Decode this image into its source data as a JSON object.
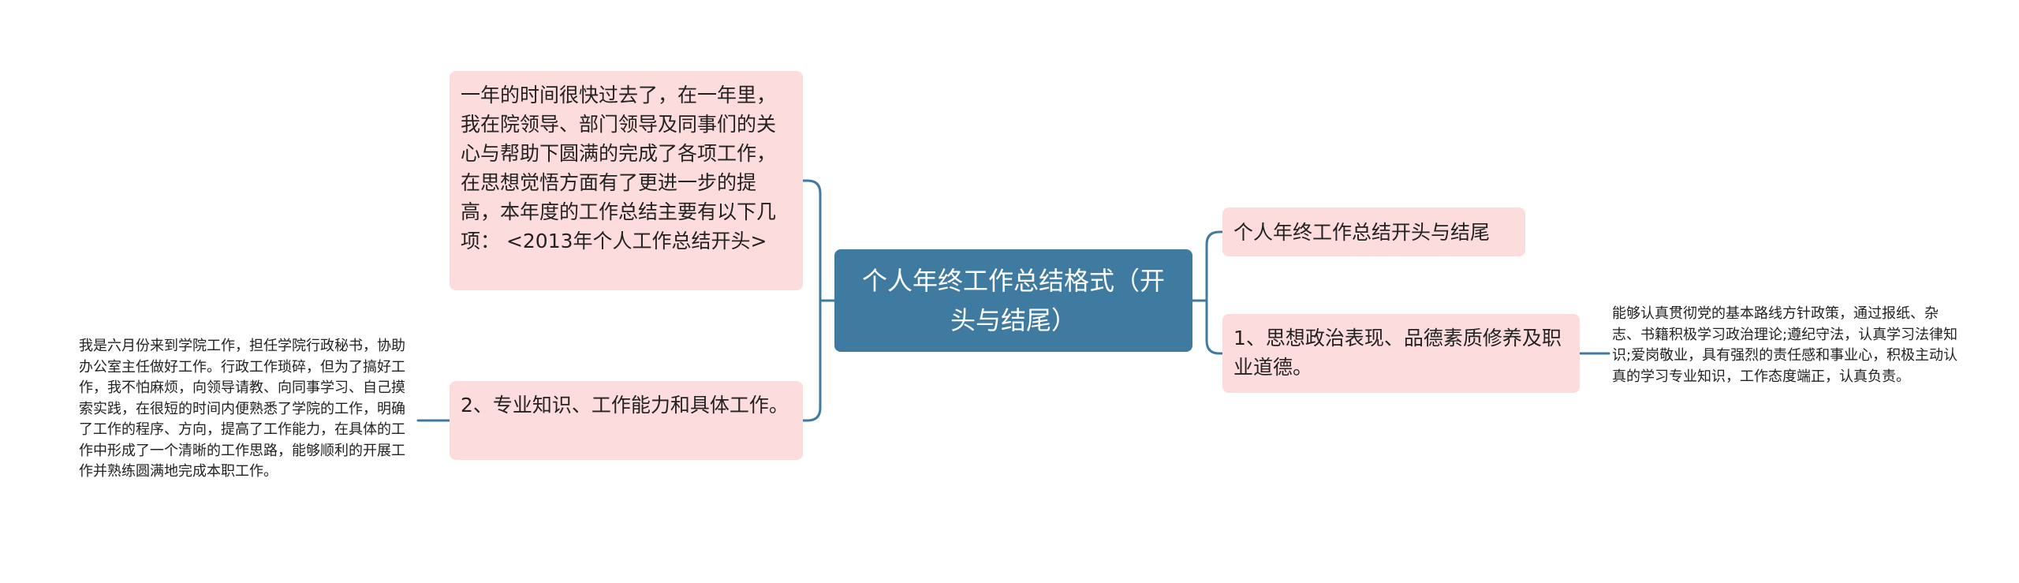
{
  "colors": {
    "center_fill": "#3f7aa0",
    "branch_fill": "#fcdcdc",
    "connector": "#3f7aa0"
  },
  "center": {
    "text": "个人年终工作总结格式（开头与结尾）"
  },
  "left_branches": [
    {
      "text": "一年的时间很快过去了，在一年里，我在院领导、部门领导及同事们的关心与帮助下圆满的完成了各项工作，在思想觉悟方面有了更进一步的提高，本年度的工作总结主要有以下几项：  <2013年个人工作总结开头>"
    },
    {
      "text": "2、专业知识、工作能力和具体工作。",
      "detail": "我是六月份来到学院工作，担任学院行政秘书，协助办公室主任做好工作。行政工作琐碎，但为了搞好工作，我不怕麻烦，向领导请教、向同事学习、自己摸索实践，在很短的时间内便熟悉了学院的工作，明确了工作的程序、方向，提高了工作能力，在具体的工作中形成了一个清晰的工作思路，能够顺利的开展工作并熟练圆满地完成本职工作。"
    }
  ],
  "right_branches": [
    {
      "text": "个人年终工作总结开头与结尾"
    },
    {
      "text": "1、思想政治表现、品德素质修养及职业道德。",
      "detail": "能够认真贯彻党的基本路线方针政策，通过报纸、杂志、书籍积极学习政治理论;遵纪守法，认真学习法律知识;爱岗敬业，具有强烈的责任感和事业心，积极主动认真的学习专业知识，工作态度端正，认真负责。"
    }
  ]
}
